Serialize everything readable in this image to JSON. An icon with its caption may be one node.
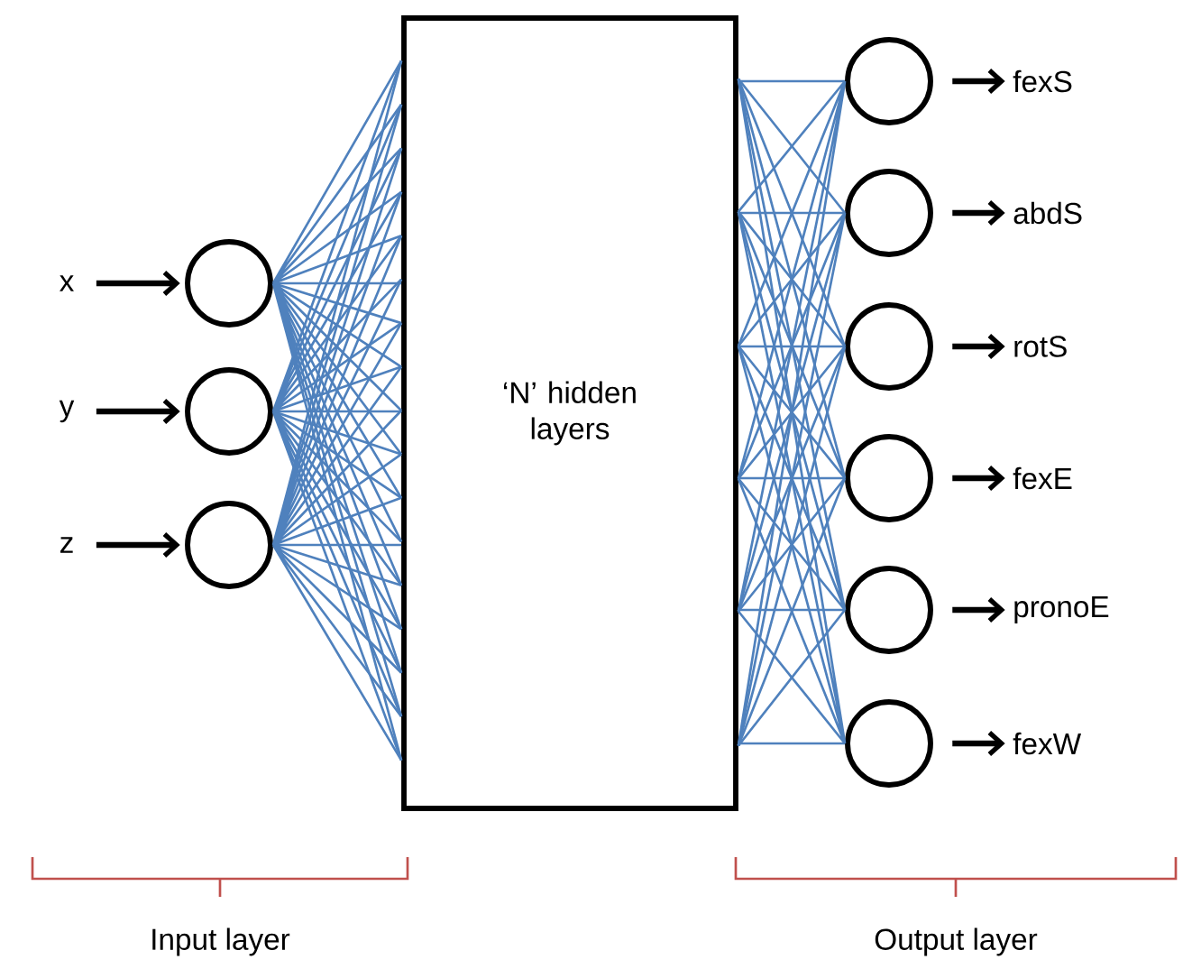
{
  "diagram": {
    "nodes": [
      {
        "text": [
          "x"
        ]
      },
      {
        "text": [
          "y"
        ]
      },
      {
        "text": [
          "z"
        ]
      },
      {
        "text": [],
        "shape": "circle"
      },
      {
        "text": [],
        "shape": "circle"
      },
      {
        "text": [],
        "shape": "circle"
      },
      {
        "text": [
          "‘N’ hidden layers"
        ]
      },
      {
        "text": [],
        "shape": "circle"
      },
      {
        "text": [],
        "shape": "circle"
      },
      {
        "text": [],
        "shape": "circle"
      },
      {
        "text": [],
        "shape": "circle"
      },
      {
        "text": [],
        "shape": "circle"
      },
      {
        "text": [],
        "shape": "circle"
      },
      {
        "text": [
          "fexS"
        ]
      },
      {
        "text": [
          "abdS"
        ]
      },
      {
        "text": [
          "rotS"
        ]
      },
      {
        "text": [
          "fexE"
        ]
      },
      {
        "text": [
          "pronoE"
        ]
      },
      {
        "text": [
          "fexW"
        ]
      }
    ],
    "edges": [
      {
        "from": 0,
        "to": 3,
        "arrow": "to",
        "style": "thick"
      },
      {
        "from": 1,
        "to": 4,
        "arrow": "to",
        "style": "thick"
      },
      {
        "from": 2,
        "to": 5,
        "arrow": "to",
        "style": "thick"
      },
      {
        "from": 3,
        "to": 6,
        "arrow": "none",
        "color": "#4f81bd"
      },
      {
        "from": 4,
        "to": 6,
        "arrow": "none",
        "color": "#4f81bd"
      },
      {
        "from": 5,
        "to": 6,
        "arrow": "none",
        "color": "#4f81bd"
      },
      {
        "from": 6,
        "to": 7,
        "arrow": "none",
        "color": "#4f81bd"
      },
      {
        "from": 6,
        "to": 8,
        "arrow": "none",
        "color": "#4f81bd"
      },
      {
        "from": 6,
        "to": 9,
        "arrow": "none",
        "color": "#4f81bd"
      },
      {
        "from": 6,
        "to": 10,
        "arrow": "none",
        "color": "#4f81bd"
      },
      {
        "from": 6,
        "to": 11,
        "arrow": "none",
        "color": "#4f81bd"
      },
      {
        "from": 6,
        "to": 12,
        "arrow": "none",
        "color": "#4f81bd"
      },
      {
        "from": 7,
        "to": 13,
        "arrow": "to",
        "style": "thick"
      },
      {
        "from": 8,
        "to": 14,
        "arrow": "to",
        "style": "thick"
      },
      {
        "from": 9,
        "to": 15,
        "arrow": "to",
        "style": "thick"
      },
      {
        "from": 10,
        "to": 16,
        "arrow": "to",
        "style": "thick"
      },
      {
        "from": 11,
        "to": 17,
        "arrow": "to",
        "style": "thick"
      },
      {
        "from": 12,
        "to": 18,
        "arrow": "to",
        "style": "thick"
      }
    ],
    "labels": [
      "Input layer",
      "Output layer"
    ]
  }
}
